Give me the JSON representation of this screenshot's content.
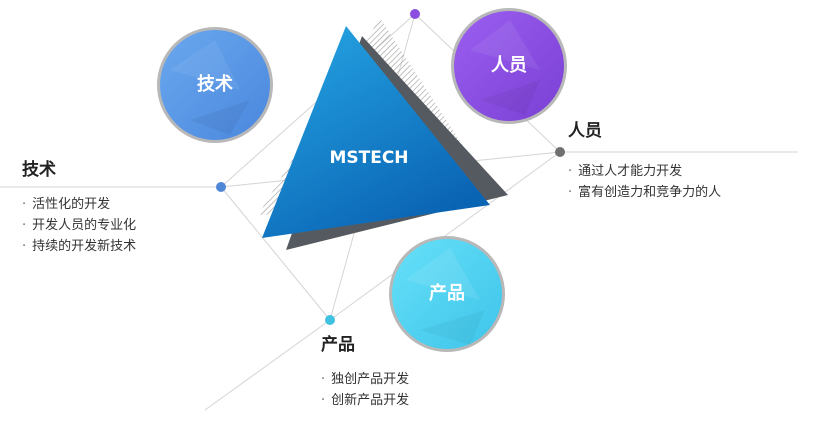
{
  "center": {
    "label": "MSTECH"
  },
  "circles": {
    "tech": {
      "label": "技术",
      "color": "#5b9be6"
    },
    "people": {
      "label": "人员",
      "color": "#8a4fe0"
    },
    "product": {
      "label": "产品",
      "color": "#4fd3f3"
    }
  },
  "sections": {
    "tech": {
      "title": "技术",
      "items": [
        "活性化的开发",
        "开发人员的专业化",
        "持续的开发新技术"
      ],
      "dot_color": "#4f86d8"
    },
    "people": {
      "title": "人员",
      "items": [
        "通过人才能力开发",
        "富有创造力和竞争力的人"
      ],
      "dot_color": "#707070"
    },
    "product": {
      "title": "产品",
      "items": [
        "独创产品开发",
        "创新产品开发"
      ],
      "dot_color": "#3fc1e0"
    }
  },
  "bullet": "·"
}
